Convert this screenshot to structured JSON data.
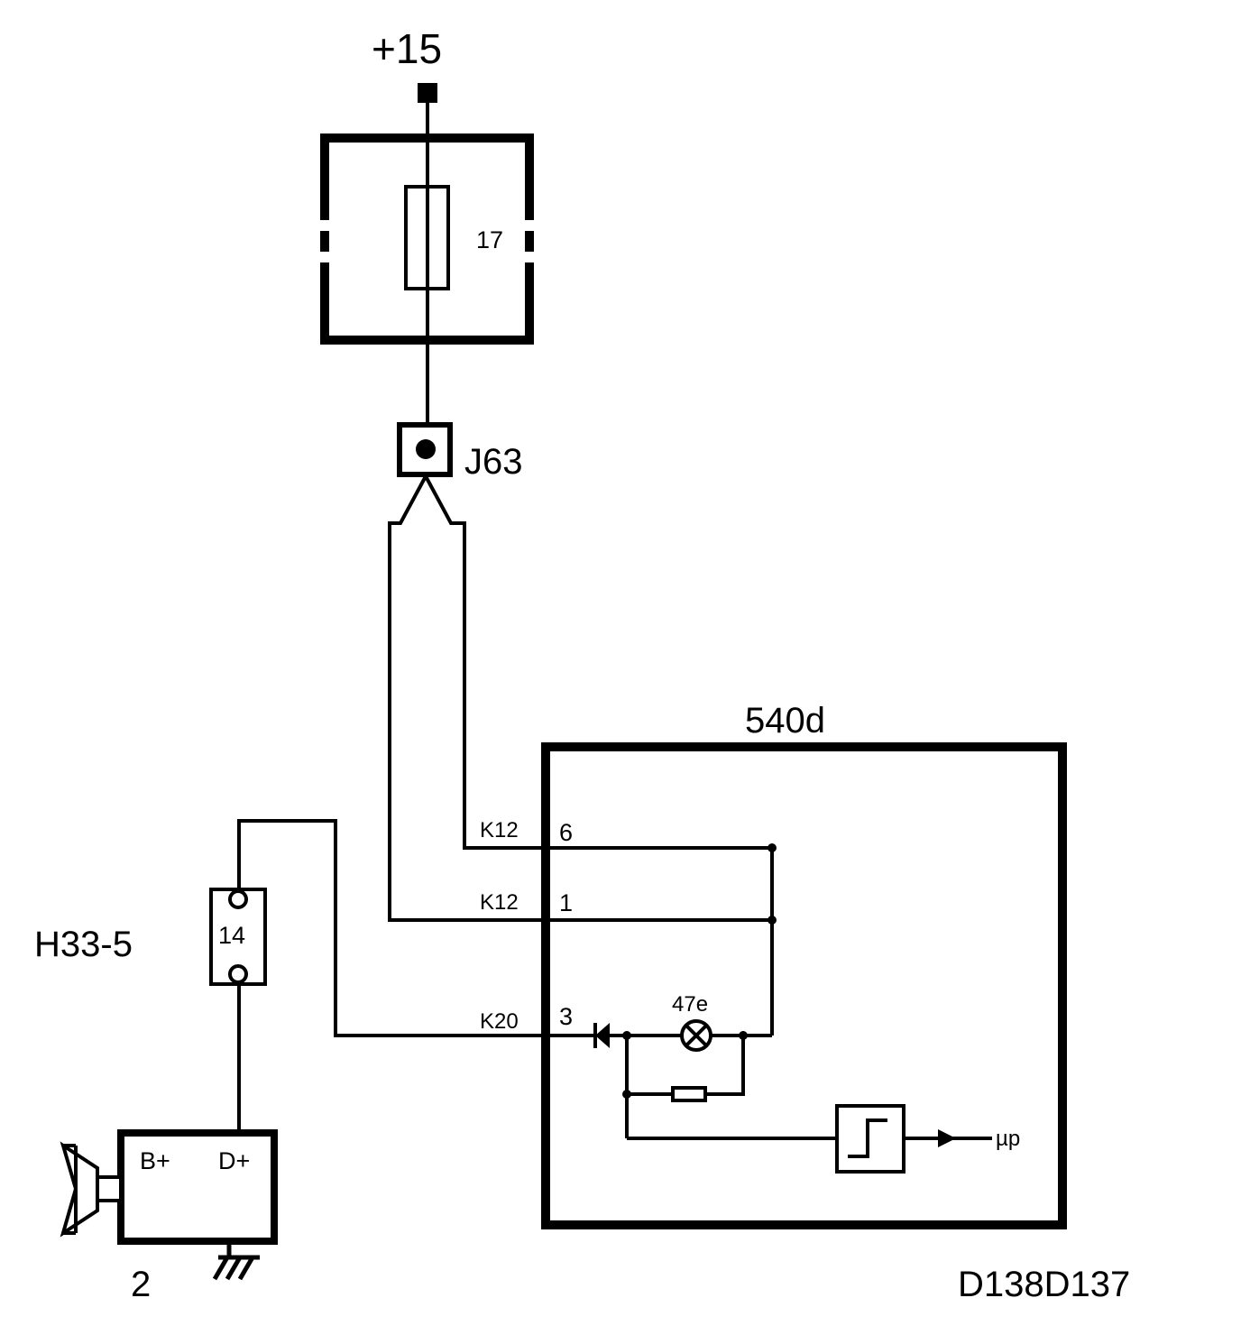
{
  "supply": {
    "label": "+15"
  },
  "fuse": {
    "label": "17"
  },
  "connector_j63": {
    "label": "J63"
  },
  "control_unit": {
    "label": "540d"
  },
  "pins": [
    {
      "connector": "K12",
      "pin": "6"
    },
    {
      "connector": "K12",
      "pin": "1"
    },
    {
      "connector": "K20",
      "pin": "3"
    }
  ],
  "warning_lamp": {
    "label": "47e"
  },
  "microprocessor": {
    "label": "µp"
  },
  "connector_h33": {
    "label": "H33-5",
    "pin": "14"
  },
  "alternator": {
    "label": "2",
    "terminal_b": "B+",
    "terminal_d": "D+"
  },
  "diagram_id": "D138D137"
}
